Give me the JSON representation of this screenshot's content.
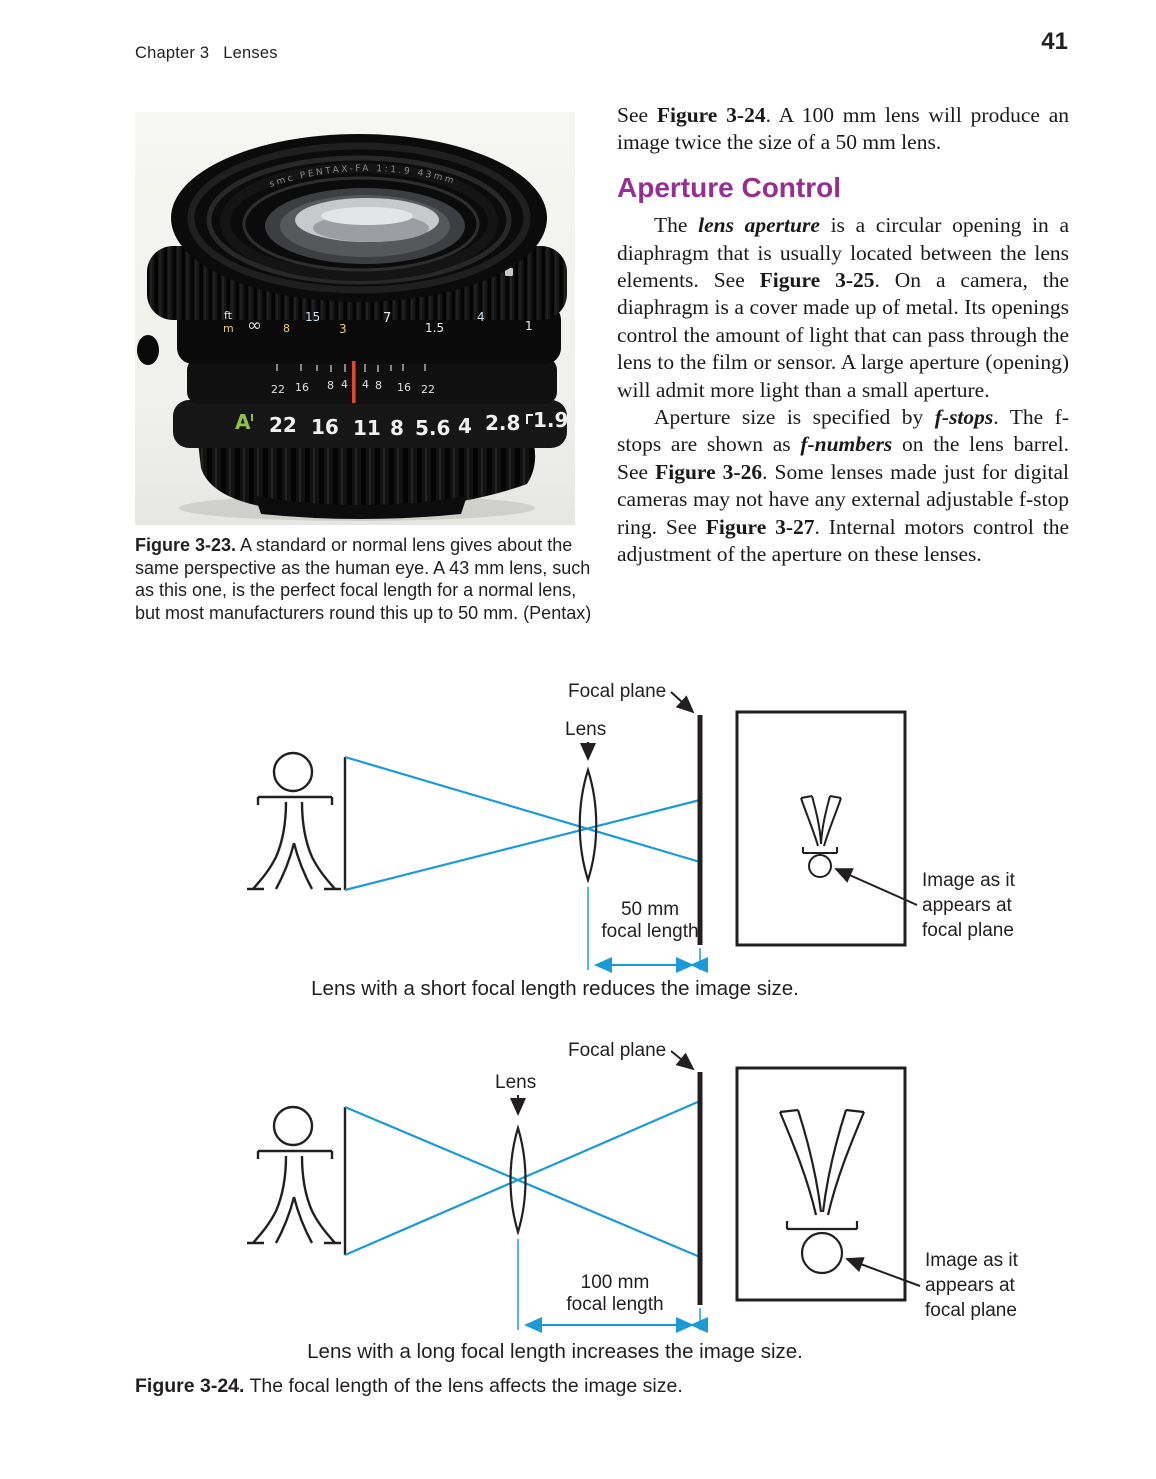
{
  "colors": {
    "heading_purple": "#962f92",
    "diagram_blue": "#1b9ad8",
    "lens_index_red": "#e0482c",
    "aperture_a_green": "#8fbf4d"
  },
  "header": {
    "chapter_label": "Chapter 3",
    "chapter_title": "Lenses",
    "page_number": "41"
  },
  "column": {
    "p1": {
      "s0": "See ",
      "s1": "Figure 3-24",
      "s2": ". A 100 mm lens will produce an image twice the size of a 50 mm lens."
    },
    "heading": "Aperture Control",
    "p2": {
      "s0": "The ",
      "s1": "lens aperture",
      "s2": " is a circular opening in a diaphragm that is usually located between the lens elements. See ",
      "s3": "Figure 3-25",
      "s4": ". On a camera, the diaphragm is a cover made up of metal. Its openings control the amount of light that can pass through the lens to the film or sensor. A large aperture (opening) will admit more light than a small aperture."
    },
    "p3": {
      "s0": "Aperture size is specified by ",
      "s1": "f-stops",
      "s2": ". The f-stops are shown as ",
      "s3": "f-numbers",
      "s4": " on the lens barrel. See ",
      "s5": "Figure 3-26",
      "s6": ". Some lenses made just for digital cameras may not have any external adjustable f-stop ring. See ",
      "s7": "Figure 3-27",
      "s8": ". Internal motors control the adjustment of the aperture on these lenses."
    }
  },
  "figure23": {
    "label": "Figure 3-23.",
    "caption": " A standard or normal lens gives about the same perspective as the human eye. A 43 mm lens, such as this one, is the perfect focal length for a normal lens, but most manufacturers round this up to 50 mm. (Pentax)"
  },
  "lens_photo": {
    "front_ring_engraving": "smc PENTAX-FA 1:1.9 43mm",
    "unit_ft": "ft",
    "unit_m": "m",
    "infinity": "∞",
    "distance_scale": [
      "8",
      "15",
      "3",
      "7",
      "1.5",
      "4",
      "1"
    ],
    "dof_scale": [
      "22",
      "16",
      "8",
      "4",
      "4",
      "8",
      "16",
      "22"
    ],
    "aperture_auto": "A",
    "aperture_scale": [
      "22",
      "16",
      "11",
      "8",
      "5.6",
      "4",
      "2.8"
    ],
    "aperture_max": "1.9"
  },
  "figure24": {
    "label": "Figure 3-24.",
    "caption": " The focal length of the lens affects the image size.",
    "d1": {
      "focal_plane": "Focal plane",
      "lens": "Lens",
      "fl1": "50 mm",
      "fl2": "focal length",
      "img1": "Image as it",
      "img2": "appears at",
      "img3": "focal plane",
      "caption": "Lens with a short focal length reduces the image size."
    },
    "d2": {
      "focal_plane": "Focal plane",
      "lens": "Lens",
      "fl1": "100 mm",
      "fl2": "focal length",
      "img1": "Image as it",
      "img2": "appears at",
      "img3": "focal plane",
      "caption": "Lens with a long focal length increases the image size."
    }
  }
}
